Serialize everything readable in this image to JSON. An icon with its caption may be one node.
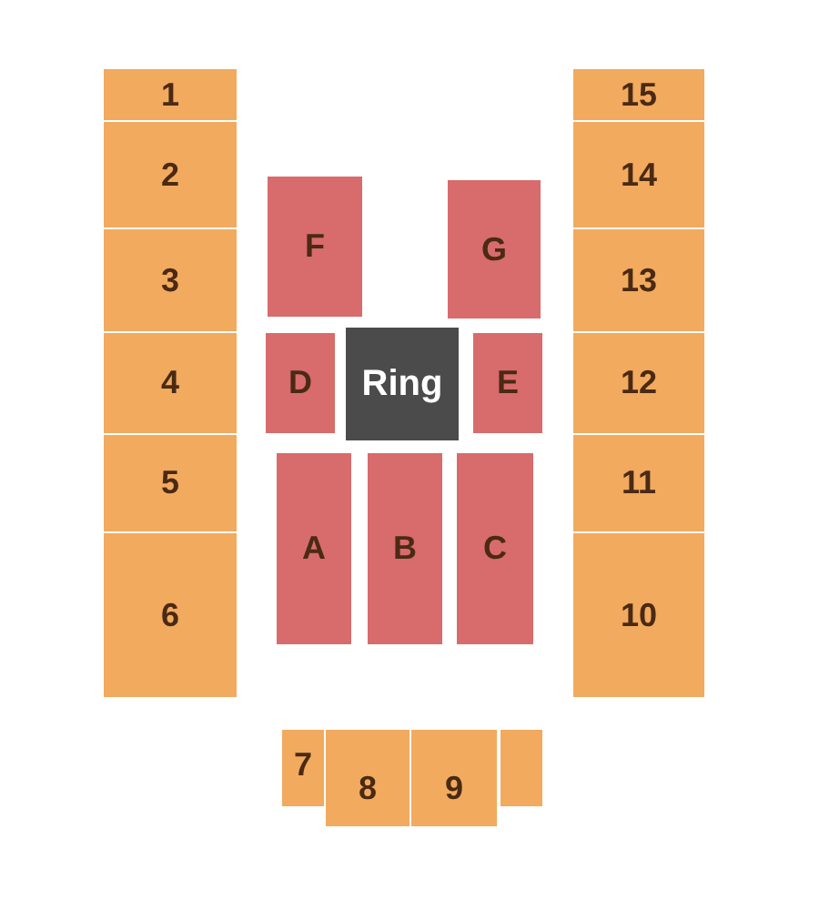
{
  "diagram": {
    "nodes": [
      {
        "text": [
          "1"
        ]
      },
      {
        "text": [
          "15"
        ]
      },
      {
        "text": [
          "2"
        ]
      },
      {
        "text": [
          "14"
        ]
      },
      {
        "text": [
          "F"
        ]
      },
      {
        "text": [
          "G"
        ]
      },
      {
        "text": [
          "3"
        ]
      },
      {
        "text": [
          "13"
        ]
      },
      {
        "text": [
          "D"
        ]
      },
      {
        "text": [
          "Ring"
        ]
      },
      {
        "text": [
          "E"
        ]
      },
      {
        "text": [
          "4"
        ]
      },
      {
        "text": [
          "12"
        ]
      },
      {
        "text": [
          "5"
        ]
      },
      {
        "text": [
          "11"
        ]
      },
      {
        "text": [
          "A"
        ]
      },
      {
        "text": [
          "B"
        ]
      },
      {
        "text": [
          "C"
        ]
      },
      {
        "text": [
          "6"
        ]
      },
      {
        "text": [
          "10"
        ]
      },
      {
        "text": [
          "7"
        ]
      },
      {
        "text": [
          "8"
        ]
      },
      {
        "text": [
          "9"
        ]
      },
      {
        "text": [],
        "shape": "box"
      }
    ]
  }
}
